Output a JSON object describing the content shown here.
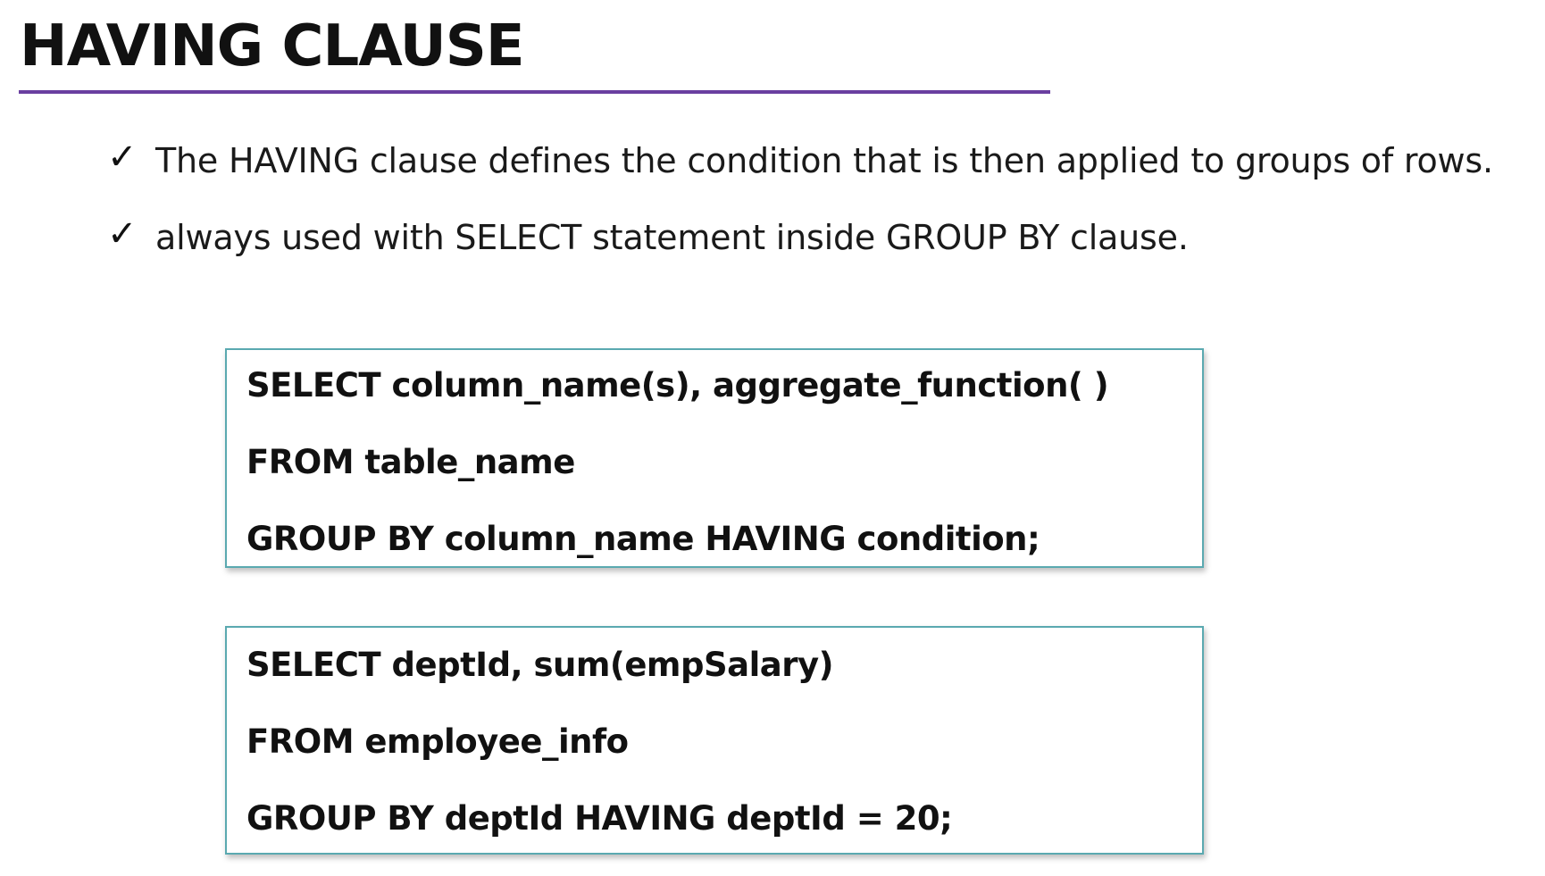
{
  "slide": {
    "title": "HAVING CLAUSE",
    "accent_color": "#6a3fa0",
    "box_border_color": "#5aa9b0",
    "bullets": [
      {
        "icon": "check-icon",
        "glyph": "✓",
        "text": "The HAVING clause defines the condition that is then applied to groups of rows."
      },
      {
        "icon": "check-icon",
        "glyph": "✓",
        "text": "always used with SELECT statement inside GROUP BY clause."
      }
    ],
    "syntax_box": {
      "lines": [
        "SELECT column_name(s), aggregate_function( )",
        "FROM table_name",
        "GROUP BY column_name HAVING condition;"
      ]
    },
    "example_box": {
      "lines": [
        "SELECT deptId, sum(empSalary)",
        "FROM employee_info",
        "GROUP BY deptId HAVING deptId = 20;"
      ]
    }
  }
}
